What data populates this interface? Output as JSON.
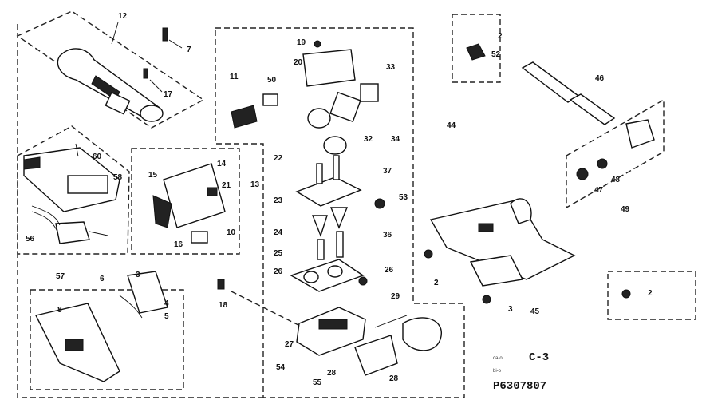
{
  "diagram": {
    "code": "C-3",
    "part_number": "P6307807",
    "small_notes": [
      "ca-o",
      "bi-o"
    ],
    "callouts": {
      "c12": "12",
      "c7": "7",
      "c17": "17",
      "c60": "60",
      "c58": "58",
      "c56": "56",
      "c57": "57",
      "c15": "15",
      "c14": "14",
      "c13": "13",
      "c21": "21",
      "c10": "10",
      "c16": "16",
      "c6": "6",
      "c3": "3",
      "c4": "4",
      "c5": "5",
      "c8": "8",
      "c18": "18",
      "c11": "11",
      "c19": "19",
      "c20": "20",
      "c50": "50",
      "c33": "33",
      "c32": "32",
      "c34": "34",
      "c22": "22",
      "c37": "37",
      "c44": "44",
      "c23": "23",
      "c53": "53",
      "c24": "24",
      "c36": "36",
      "c25": "25",
      "c26a": "26",
      "c26b": "26",
      "c29": "29",
      "c27": "27",
      "c54": "54",
      "c55": "55",
      "c28": "28",
      "c28b": "28",
      "c2a": "2",
      "c52": "52",
      "c46": "46",
      "c47": "47",
      "c48": "48",
      "c49": "49",
      "c2b": "2",
      "c3b": "3",
      "c45": "45",
      "c2c": "2"
    }
  }
}
